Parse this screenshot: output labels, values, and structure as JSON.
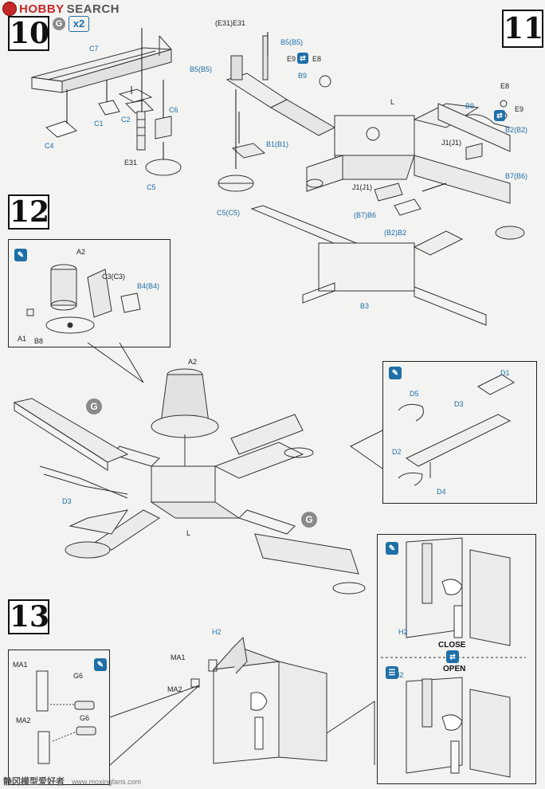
{
  "header": {
    "brand_a": "HOBBY",
    "brand_b": "SEARCH"
  },
  "steps": {
    "s10": "10",
    "s11": "11",
    "s12": "12",
    "s13": "13"
  },
  "qty_mark": "x2",
  "icons": {
    "paint": "G",
    "cement": "glue-icon",
    "open_close": "open-close-icon",
    "decal": "decal-icon"
  },
  "step10_parts": {
    "c7": "C7",
    "c1": "C1",
    "c2": "C2",
    "c4": "C4",
    "c6": "C6",
    "e31": "E31",
    "c5": "C5"
  },
  "step11_parts": {
    "e31a": "(E31)E31",
    "b5b5a": "B5(B5)",
    "b5b5b": "B5(B5)",
    "e9a": "E9",
    "e8a": "E8",
    "b9a": "B9",
    "l": "L",
    "e8b": "E8",
    "b9b": "B9",
    "e9b": "E9",
    "b2b2a": "B2(B2)",
    "b1b1": "B1(B1)",
    "j1j1a": "J1(J1)",
    "b7b6a": "B7(B6)",
    "c5c5": "C5(C5)",
    "j1j1b": "J1(J1)",
    "b7b6b": "(B7)B6",
    "b2b2b": "(B2)B2",
    "b3": "B3"
  },
  "step12_parts": {
    "a2a": "A2",
    "c3c3": "C3(C3)",
    "b4b4": "B4(B4)",
    "a1": "A1",
    "b8": "B8",
    "a2b": "A2",
    "d3a": "D3",
    "l": "L",
    "d1": "D1",
    "d5": "D5",
    "d3b": "D3",
    "d2": "D2",
    "d4": "D4"
  },
  "step13_parts": {
    "h2a": "H2",
    "ma1a": "MA1",
    "ma2a": "MA2",
    "ma1b": "MA1",
    "g6a": "G6",
    "ma2b": "MA2",
    "g6b": "G6",
    "h2b": "H2",
    "h2c": "H2"
  },
  "step13_options": {
    "close": "CLOSE",
    "open": "OPEN"
  },
  "footer": {
    "watermark_cn": "静冈模型爱好者",
    "watermark_url": "www.moxingfans.com"
  }
}
